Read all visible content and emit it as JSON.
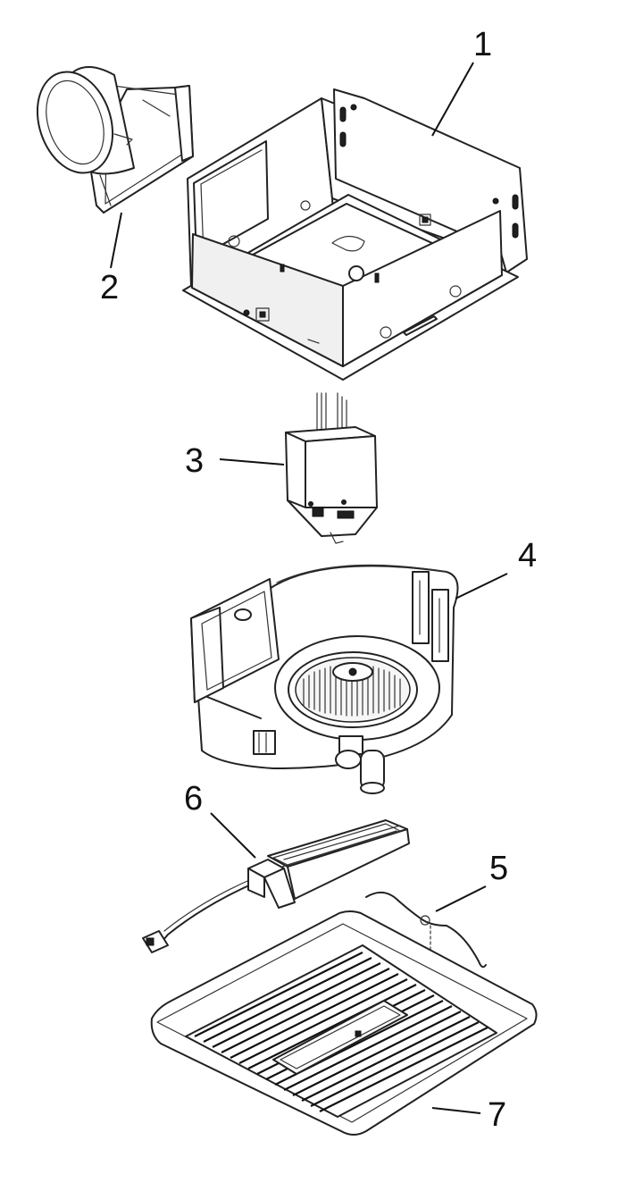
{
  "colors": {
    "line": "#222222",
    "background": "#ffffff"
  },
  "callouts": [
    {
      "label": "1",
      "part": "housing"
    },
    {
      "label": "2",
      "part": "duct-connector"
    },
    {
      "label": "3",
      "part": "receptacle-box"
    },
    {
      "label": "4",
      "part": "blower-assembly"
    },
    {
      "label": "5",
      "part": "grille-springs"
    },
    {
      "label": "6",
      "part": "light-module"
    },
    {
      "label": "7",
      "part": "grille"
    }
  ]
}
